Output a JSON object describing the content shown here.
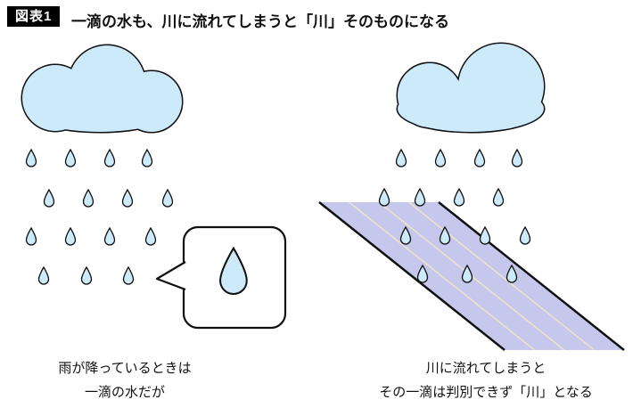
{
  "header": {
    "badge": "図表1",
    "title": "一滴の水も、川に流れてしまうと「川」そのものになる"
  },
  "left_panel": {
    "caption": [
      "雨が降っているときは",
      "一滴の水だが"
    ]
  },
  "right_panel": {
    "caption": [
      "川に流れてしまうと",
      "その一滴は判別できず「川」となる"
    ]
  },
  "colors": {
    "outline": "#111111",
    "cloud_fill": "#cdeafa",
    "drop_fill": "#cdeafa",
    "river_fill": "#c5c8ec",
    "river_stripe": "#ece5c9",
    "badge_bg": "#000000",
    "badge_text": "#ffffff",
    "text": "#111111",
    "background": "#ffffff"
  }
}
